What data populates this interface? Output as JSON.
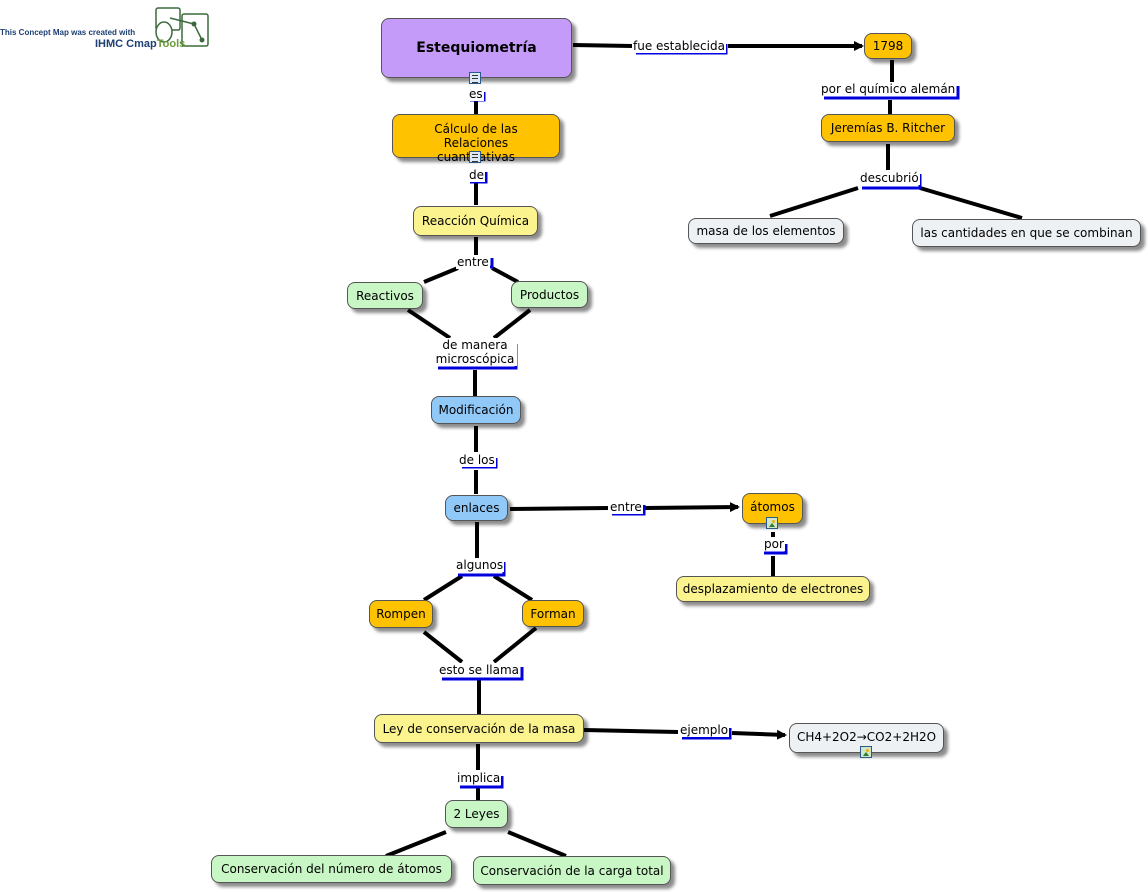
{
  "branding": {
    "line1": "This Concept Map was created with",
    "line2_a": "IHMC Cmap",
    "line2_b": "Tools"
  },
  "nodes": {
    "estequiometria": "Estequiometría",
    "anio": "1798",
    "ritcher": "Jeremías B. Ritcher",
    "masa": "masa de los elementos",
    "cantidades": "las cantidades en que se combinan",
    "calculo": "Cálculo de las Relaciones cuantitativas",
    "reaccion": "Reacción Química",
    "reactivos": "Reactivos",
    "productos": "Productos",
    "modificacion": "Modificación",
    "enlaces": "enlaces",
    "atomos": "átomos",
    "desplazamiento": "desplazamiento de electrones",
    "rompen": "Rompen",
    "forman": "Forman",
    "ley": "Ley de conservación de la masa",
    "ecuacion": "CH4+2O2→CO2+2H2O",
    "leyes": "2 Leyes",
    "cons_atomos": "Conservación del número de átomos",
    "cons_carga": "Conservación de la carga total"
  },
  "links": {
    "fue_establecida": "fue establecida",
    "por_quimico": "por el químico alemán",
    "descubrio": "descubrió",
    "es": "es",
    "de": "de",
    "entre1": "entre",
    "de_manera": "de manera microscópica",
    "de_los": "de los",
    "entre2": "entre",
    "por": "por",
    "algunos": "algunos",
    "esto_se_llama": "esto se llama",
    "ejemplo": "ejemplo",
    "implica": "implica"
  },
  "colors": {
    "concept_orange": "#ffc200",
    "concept_yellow": "#fbf38e",
    "concept_green": "#c8f7c5",
    "concept_blue": "#90c8f8",
    "concept_gray": "#eef1f4",
    "concept_purple": "#c49bf8",
    "label_marker": "#0000dd"
  },
  "icons": {
    "document": "document-icon",
    "image": "image-icon"
  }
}
